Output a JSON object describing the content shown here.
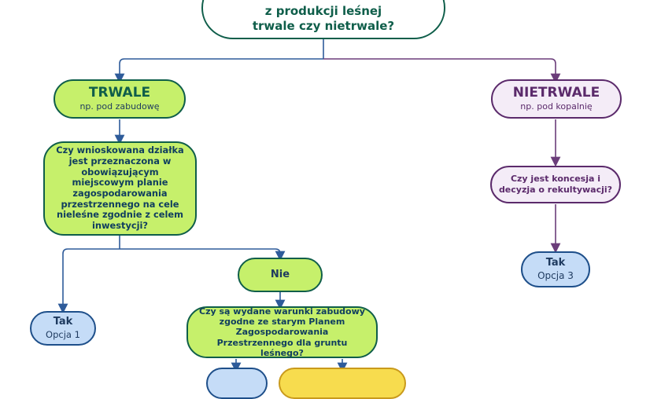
{
  "root": {
    "line1": "z produkcji leśnej",
    "line2": "trwale czy nietrwale?"
  },
  "trwale": {
    "title": "TRWALE",
    "sub": "np. pod zabudowę"
  },
  "nietrwale": {
    "title": "NIETRWALE",
    "sub": "np. pod kopalnię"
  },
  "q_mpzp": {
    "text": "Czy wnioskowana działka jest przeznaczona w obowiązującym miejscowym planie zagospodarowania przestrzennego na cele nieleśne zgodnie z celem inwestycji?"
  },
  "q_koncesja": {
    "text": "Czy jest koncesja i decyzja o rekultywacji?"
  },
  "nie": {
    "label": "Nie"
  },
  "tak1": {
    "title": "Tak",
    "sub": "Opcja 1"
  },
  "tak3": {
    "title": "Tak",
    "sub": "Opcja 3"
  },
  "q_warunki": {
    "text": "Czy są wydane warunki zabudowy zgodne ze starym Planem Zagospodarowania Przestrzennego dla gruntu leśnego?"
  },
  "colors": {
    "green_fill": "#c6f06b",
    "green_border": "#0f5e4a",
    "blue_border": "#1e4f8a",
    "purple_border": "#5b2a6b",
    "lavender_fill": "#f4ecf7",
    "lightblue_fill": "#c5dcf7",
    "yellow_fill": "#f7dc4e",
    "yellow_border": "#c99a1c",
    "edge_blue": "#2e5b9a",
    "edge_purple": "#6b3d7a"
  }
}
